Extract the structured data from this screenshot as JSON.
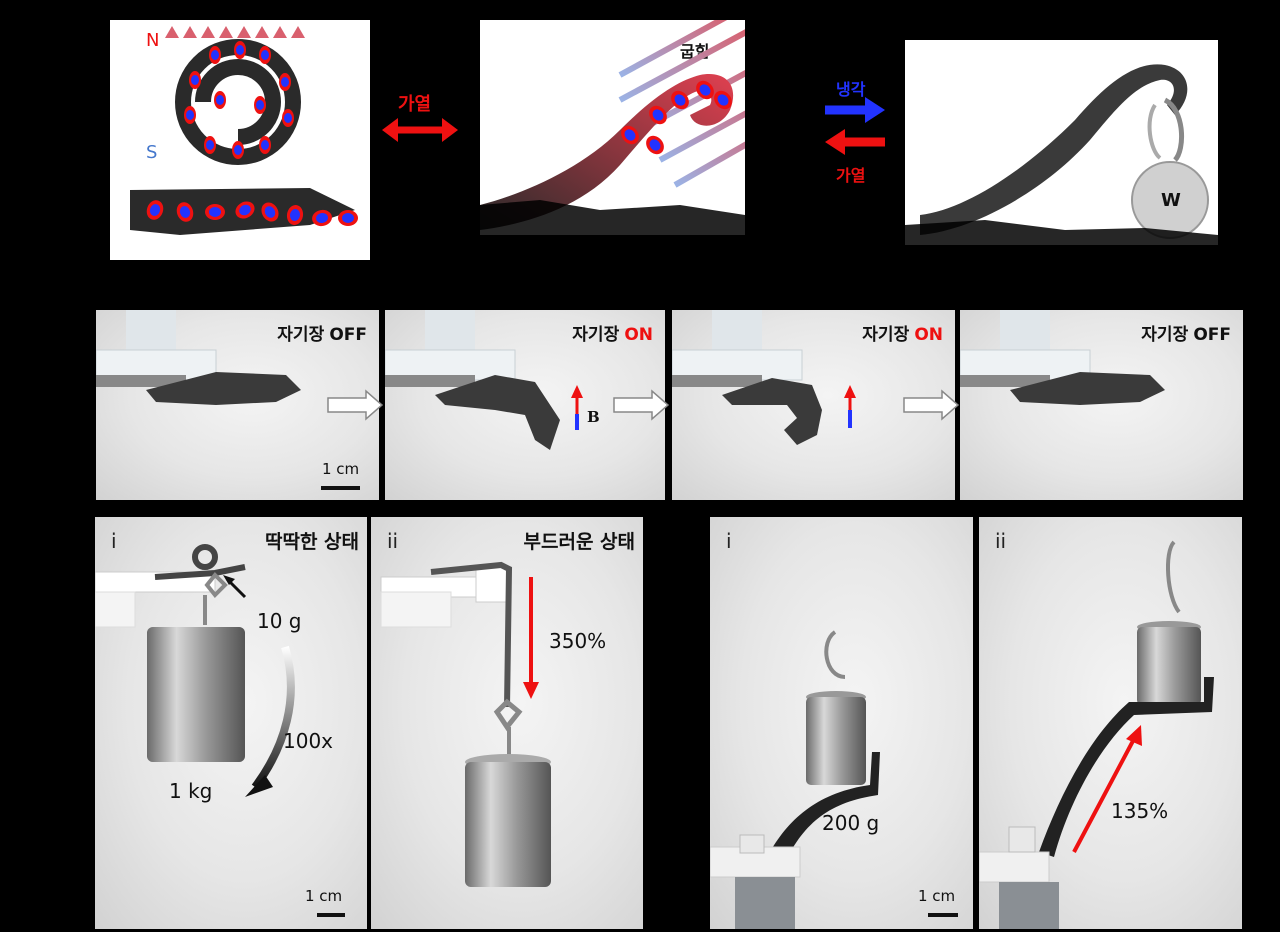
{
  "top": {
    "pole_n": "N",
    "pole_s": "S",
    "heat_label_1": "가열",
    "bend_label": "굽힘",
    "cool_label": "냉각",
    "heat_label_2": "가열",
    "weight_label": "W"
  },
  "middle": {
    "frames": [
      {
        "prefix": "자기장",
        "state": "OFF",
        "state_color": "#111111"
      },
      {
        "prefix": "자기장",
        "state": "ON",
        "state_color": "#ee1111"
      },
      {
        "prefix": "자기장",
        "state": "ON",
        "state_color": "#ee1111"
      },
      {
        "prefix": "자기장",
        "state": "OFF",
        "state_color": "#111111"
      }
    ],
    "field_label": "B",
    "scale_label": "1 cm"
  },
  "bottom_left": {
    "panel_i": {
      "roman": "i",
      "title": "딱딱한 상태",
      "mass_small": "10 g",
      "ratio": "100x",
      "mass_large": "1 kg",
      "scale": "1 cm"
    },
    "panel_ii": {
      "roman": "ii",
      "title": "부드러운 상태",
      "strain": "350%"
    }
  },
  "bottom_right": {
    "panel_i": {
      "roman": "i",
      "mass": "200 g",
      "scale": "1 cm"
    },
    "panel_ii": {
      "roman": "ii",
      "strain": "135%"
    }
  },
  "colors": {
    "red": "#ee1111",
    "blue": "#2233ff",
    "dark_material": "#2a2a2a"
  }
}
